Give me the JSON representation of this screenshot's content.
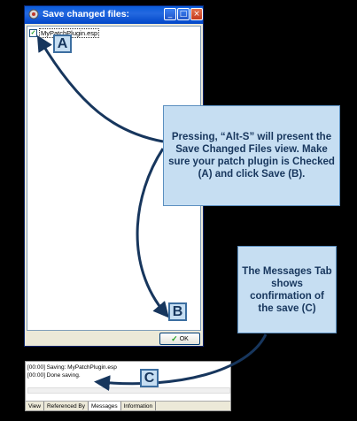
{
  "window": {
    "title": "Save changed files:",
    "minimize_label": "_",
    "maximize_label": "□",
    "close_label": "×"
  },
  "file_list": {
    "items": [
      {
        "label": "MyPatchPlugin.esp",
        "checked": true,
        "check_glyph": "✓"
      }
    ]
  },
  "ok_button": {
    "check_glyph": "✓",
    "label": "OK"
  },
  "callouts": {
    "main": "Pressing, “Alt-S” will present the Save Changed Files view. Make sure your patch plugin is Checked (A) and click Save (B).",
    "messages": "The Messages Tab shows confirmation of the save (C)"
  },
  "markers": {
    "a": "A",
    "b": "B",
    "c": "C"
  },
  "message_panel": {
    "lines": [
      "[00:00] Saving: MyPatchPlugin.esp",
      "[00:00] Done saving."
    ],
    "tabs": [
      "View",
      "Referenced By",
      "Messages",
      "Information"
    ],
    "active_tab": "Messages"
  },
  "colors": {
    "background": "#000000",
    "callout_fill": "#C6DEF2",
    "callout_text": "#17365D",
    "titlebar": "#0A5BD9"
  }
}
